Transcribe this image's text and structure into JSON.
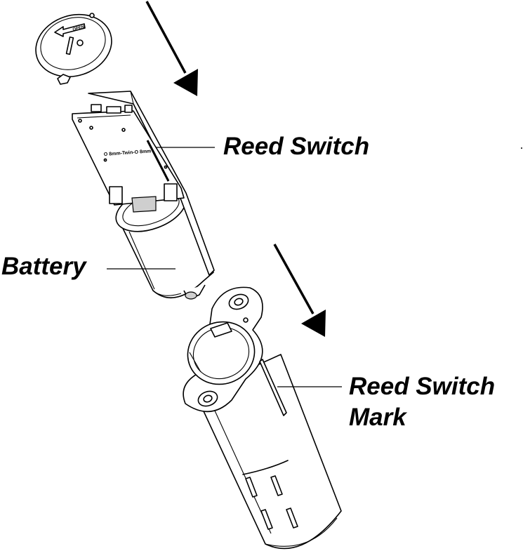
{
  "labels": {
    "reed_switch": "Reed Switch",
    "battery": "Battery",
    "reed_switch_mark_line1": "Reed Switch",
    "reed_switch_mark_line2": "Mark"
  },
  "cap_markings": {
    "open": "OPEN"
  },
  "board_markings": {
    "silkscreen": "O 8mm-Twin-O 8mm"
  },
  "colors": {
    "ink": "#000000",
    "background": "#ffffff",
    "shade": "#cfcfcf"
  }
}
